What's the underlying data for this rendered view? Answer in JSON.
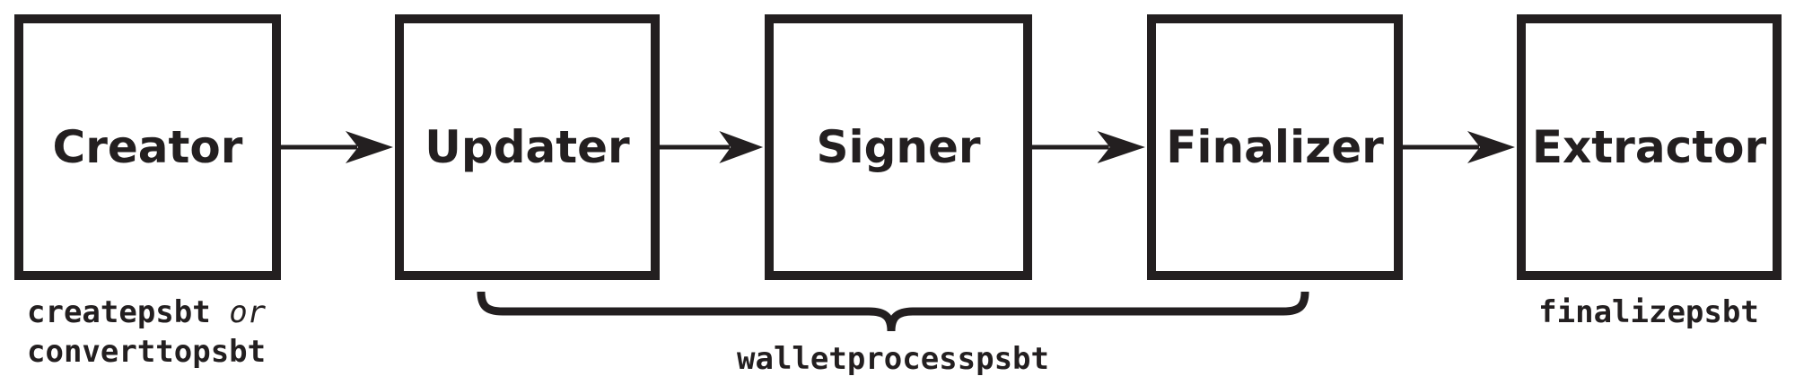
{
  "colors": {
    "ink": "#231f20",
    "background": "#ffffff"
  },
  "boxes": [
    {
      "id": "creator",
      "label": "Creator"
    },
    {
      "id": "updater",
      "label": "Updater"
    },
    {
      "id": "signer",
      "label": "Signer"
    },
    {
      "id": "finalizer",
      "label": "Finalizer"
    },
    {
      "id": "extractor",
      "label": "Extractor"
    }
  ],
  "captions": {
    "creator_command_1": "createpsbt",
    "creator_conjunction": "or",
    "creator_command_2": "converttopsbt",
    "brace_command": "walletprocesspsbt",
    "extractor_command": "finalizepsbt"
  }
}
